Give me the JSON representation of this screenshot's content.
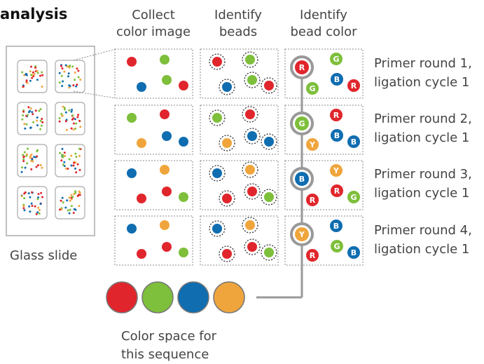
{
  "title": "analysis",
  "columns": [
    {
      "line1": "Collect",
      "line2": "color image"
    },
    {
      "line1": "Identify",
      "line2": "beads"
    },
    {
      "line1": "Identify",
      "line2": "bead color"
    }
  ],
  "rows": [
    {
      "line1": "Primer round 1,",
      "line2": "ligation cycle 1"
    },
    {
      "line1": "Primer round 2,",
      "line2": "ligation cycle 1"
    },
    {
      "line1": "Primer round 3,",
      "line2": "ligation cycle 1"
    },
    {
      "line1": "Primer round 4,",
      "line2": "ligation cycle 1"
    }
  ],
  "slide_label": "Glass slide",
  "color_space": {
    "line1": "Color space for",
    "line2": "this sequence"
  },
  "colors": {
    "red": "#e0262c",
    "green": "#7ebf3b",
    "blue": "#0f6db0",
    "yellow": "#f0a53c"
  },
  "letters": {
    "red": "R",
    "green": "G",
    "blue": "B",
    "yellow": "Y"
  },
  "sequence": [
    "red",
    "green",
    "blue",
    "yellow"
  ],
  "panels": [
    {
      "beads": [
        "red",
        "green",
        "blue",
        "green",
        "red"
      ],
      "labels": [
        "G",
        "B",
        "R"
      ]
    },
    {
      "beads": [
        "green",
        "red",
        "yellow",
        "blue",
        "blue"
      ],
      "labels": [
        "R",
        "B",
        "B"
      ]
    },
    {
      "beads": [
        "blue",
        "yellow",
        "red",
        "red",
        "green"
      ],
      "labels": [
        "Y",
        "R",
        "G"
      ]
    },
    {
      "beads": [
        "blue",
        "yellow",
        "red",
        "red",
        "green"
      ],
      "labels": [
        "B",
        "G",
        "B"
      ]
    }
  ]
}
